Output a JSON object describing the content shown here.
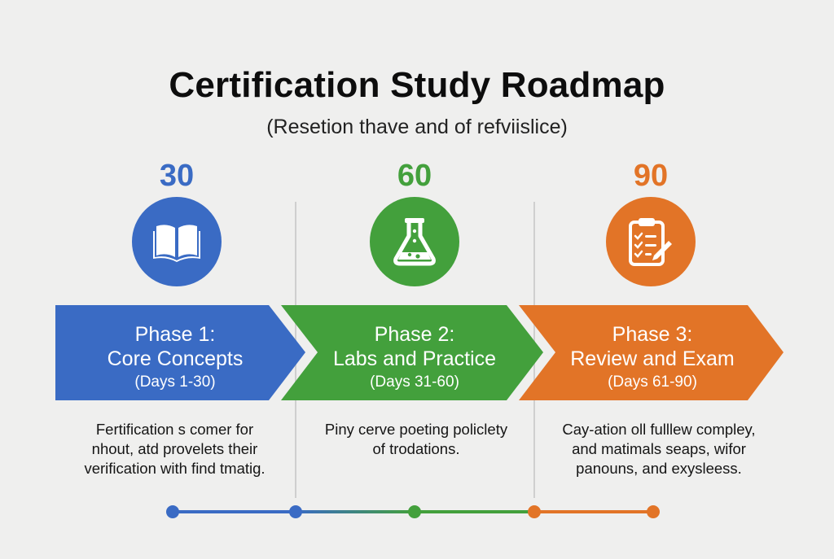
{
  "header": {
    "title": "Certification Study Roadmap",
    "subtitle": "(Resetion thave and of refviislice)"
  },
  "colors": {
    "background": "#efefee",
    "phase1": "#3a6bc4",
    "phase2": "#43a03c",
    "phase3": "#e27427",
    "divider": "#cfcfcf"
  },
  "phases": [
    {
      "day_marker": "30",
      "icon": "open-book-icon",
      "label_line1": "Phase 1:",
      "label_line2": "Core Concepts",
      "days": "(Days 1-30)",
      "description": "Fertification s comer for nhout, atd provelets their verification with find tmatig."
    },
    {
      "day_marker": "60",
      "icon": "lab-flask-icon",
      "label_line1": "Phase 2:",
      "label_line2": "Labs and Practice",
      "days": "(Days 31-60)",
      "description": "Piny cerve poeting policlety of trodations."
    },
    {
      "day_marker": "90",
      "icon": "clipboard-checklist-icon",
      "label_line1": "Phase 3:",
      "label_line2": "Review and Exam",
      "days": "(Days 61-90)",
      "description": "Cay-ation oll fulllew compley, and matimals seaps, wifor panouns, and exysleess."
    }
  ],
  "timeline": {
    "milestones": [
      {
        "color": "#3a6bc4"
      },
      {
        "color": "#3a6bc4"
      },
      {
        "color": "#43a03c"
      },
      {
        "color": "#e27427"
      },
      {
        "color": "#e27427"
      }
    ]
  }
}
